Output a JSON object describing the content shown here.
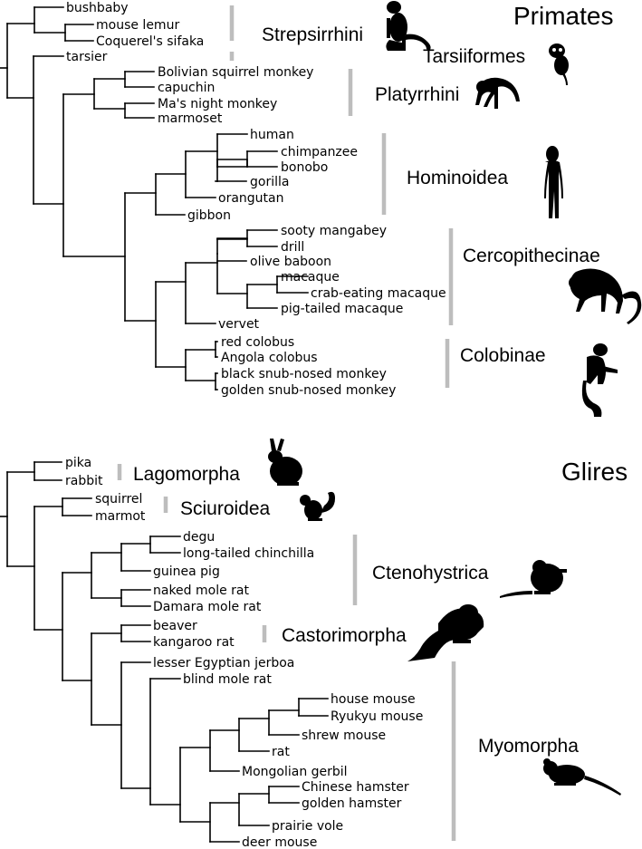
{
  "primates": {
    "title": "Primates",
    "taxa": [
      "bushbaby",
      "mouse lemur",
      "Coquerel's sifaka",
      "tarsier",
      "Bolivian squirrel monkey",
      "capuchin",
      "Ma's night monkey",
      "marmoset",
      "human",
      "chimpanzee",
      "bonobo",
      "gorilla",
      "orangutan",
      "gibbon",
      "sooty mangabey",
      "drill",
      "olive baboon",
      "macaque",
      "crab-eating macaque",
      "pig-tailed macaque",
      "vervet",
      "red colobus",
      "Angola colobus",
      "black snub-nosed monkey",
      "golden snub-nosed monkey"
    ],
    "clades": [
      "Strepsirrhini",
      "Tarsiiformes",
      "Platyrrhini",
      "Hominoidea",
      "Cercopithecinae",
      "Colobinae"
    ]
  },
  "glires": {
    "title": "Glires",
    "taxa": [
      "pika",
      "rabbit",
      "squirrel",
      "marmot",
      "degu",
      "long-tailed chinchilla",
      "guinea pig",
      "naked mole rat",
      "Damara mole rat",
      "beaver",
      "kangaroo rat",
      "lesser Egyptian jerboa",
      "blind mole rat",
      "house mouse",
      "Ryukyu mouse",
      "shrew mouse",
      "rat",
      "Mongolian gerbil",
      "Chinese hamster",
      "golden hamster",
      "prairie vole",
      "deer mouse"
    ],
    "clades": [
      "Lagomorpha",
      "Sciuroidea",
      "Ctenohystrica",
      "Castorimorpha",
      "Myomorpha"
    ]
  },
  "silhouettes": [
    "primate-sitting",
    "tarsier",
    "monkey-walking",
    "human-standing",
    "macaque-walking",
    "colobus-monkey",
    "rabbit",
    "squirrel",
    "chinchilla",
    "beaver",
    "mouse"
  ],
  "colors": {
    "tree": "#000000",
    "clade_bar": "#bdbdbd",
    "background": "#ffffff"
  }
}
